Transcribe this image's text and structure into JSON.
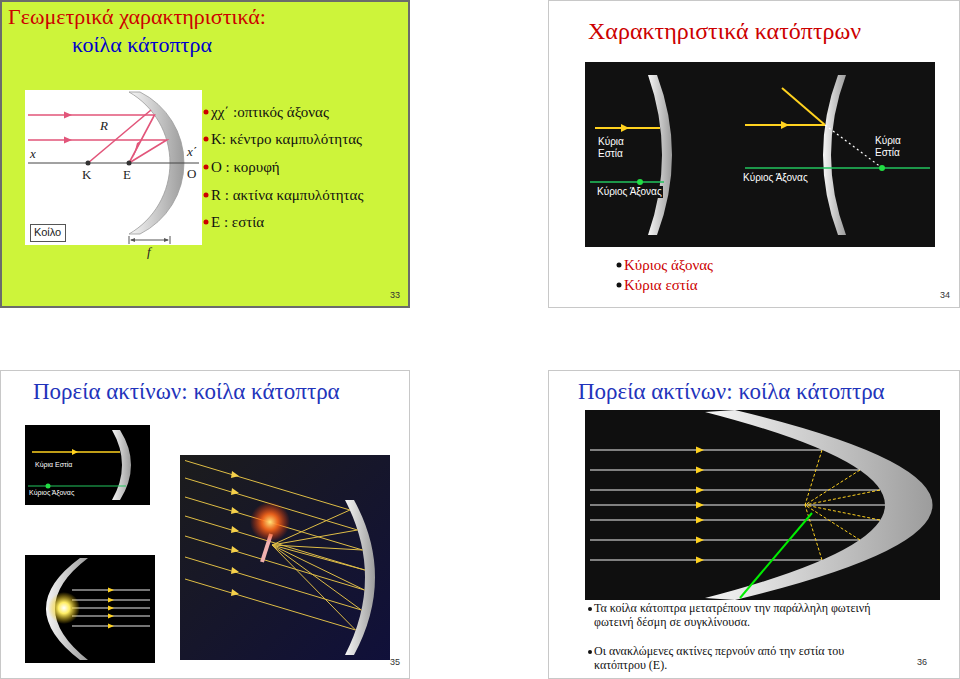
{
  "diagram": {
    "nodes": [
      {
        "text": [
          "Γεωμετρικά χαρακτηριστικά:",
          "κοίλα κάτοπτρα",
          "χχ΄ :οπτικός άξονας",
          "Κ: κέντρο καμπυλότητας",
          "Ο : κορυφή",
          "R : ακτίνα καμπυλότητας",
          "Ε : εστία"
        ]
      },
      {
        "text": [
          "Κοίλο"
        ],
        "in": 0
      },
      {
        "text": [
          "Χαρακτηριστικά κατόπτρων",
          "Κύριος άξονας",
          "Κύρια εστία"
        ]
      },
      {
        "text": [
          "Πορεία ακτίνων: κοίλα κάτοπτρα"
        ]
      },
      {
        "text": [
          "Πορεία ακτίνων: κοίλα κάτοπτρα",
          "Τα κοίλα κάτοπτρα μετατρέπουν την παράλληλη φωτεινή φωτεινή δέσμη σε συγκλίνουσα.",
          "Οι ανακλώμενες ακτίνες περνούν από την εστία του κατόπτρου (Ε)."
        ]
      }
    ],
    "labels": [
      "x",
      "R",
      "Κ",
      "Ε",
      "Ο",
      "x΄",
      "f",
      "33",
      "Κύρια Εστία",
      "Κύριος Άξονας",
      "Κύριος Άξονας",
      "Κύρια Εστία",
      "34",
      "Κύρια Εστία",
      "Κύριος Άξονας",
      "35",
      "36"
    ]
  }
}
